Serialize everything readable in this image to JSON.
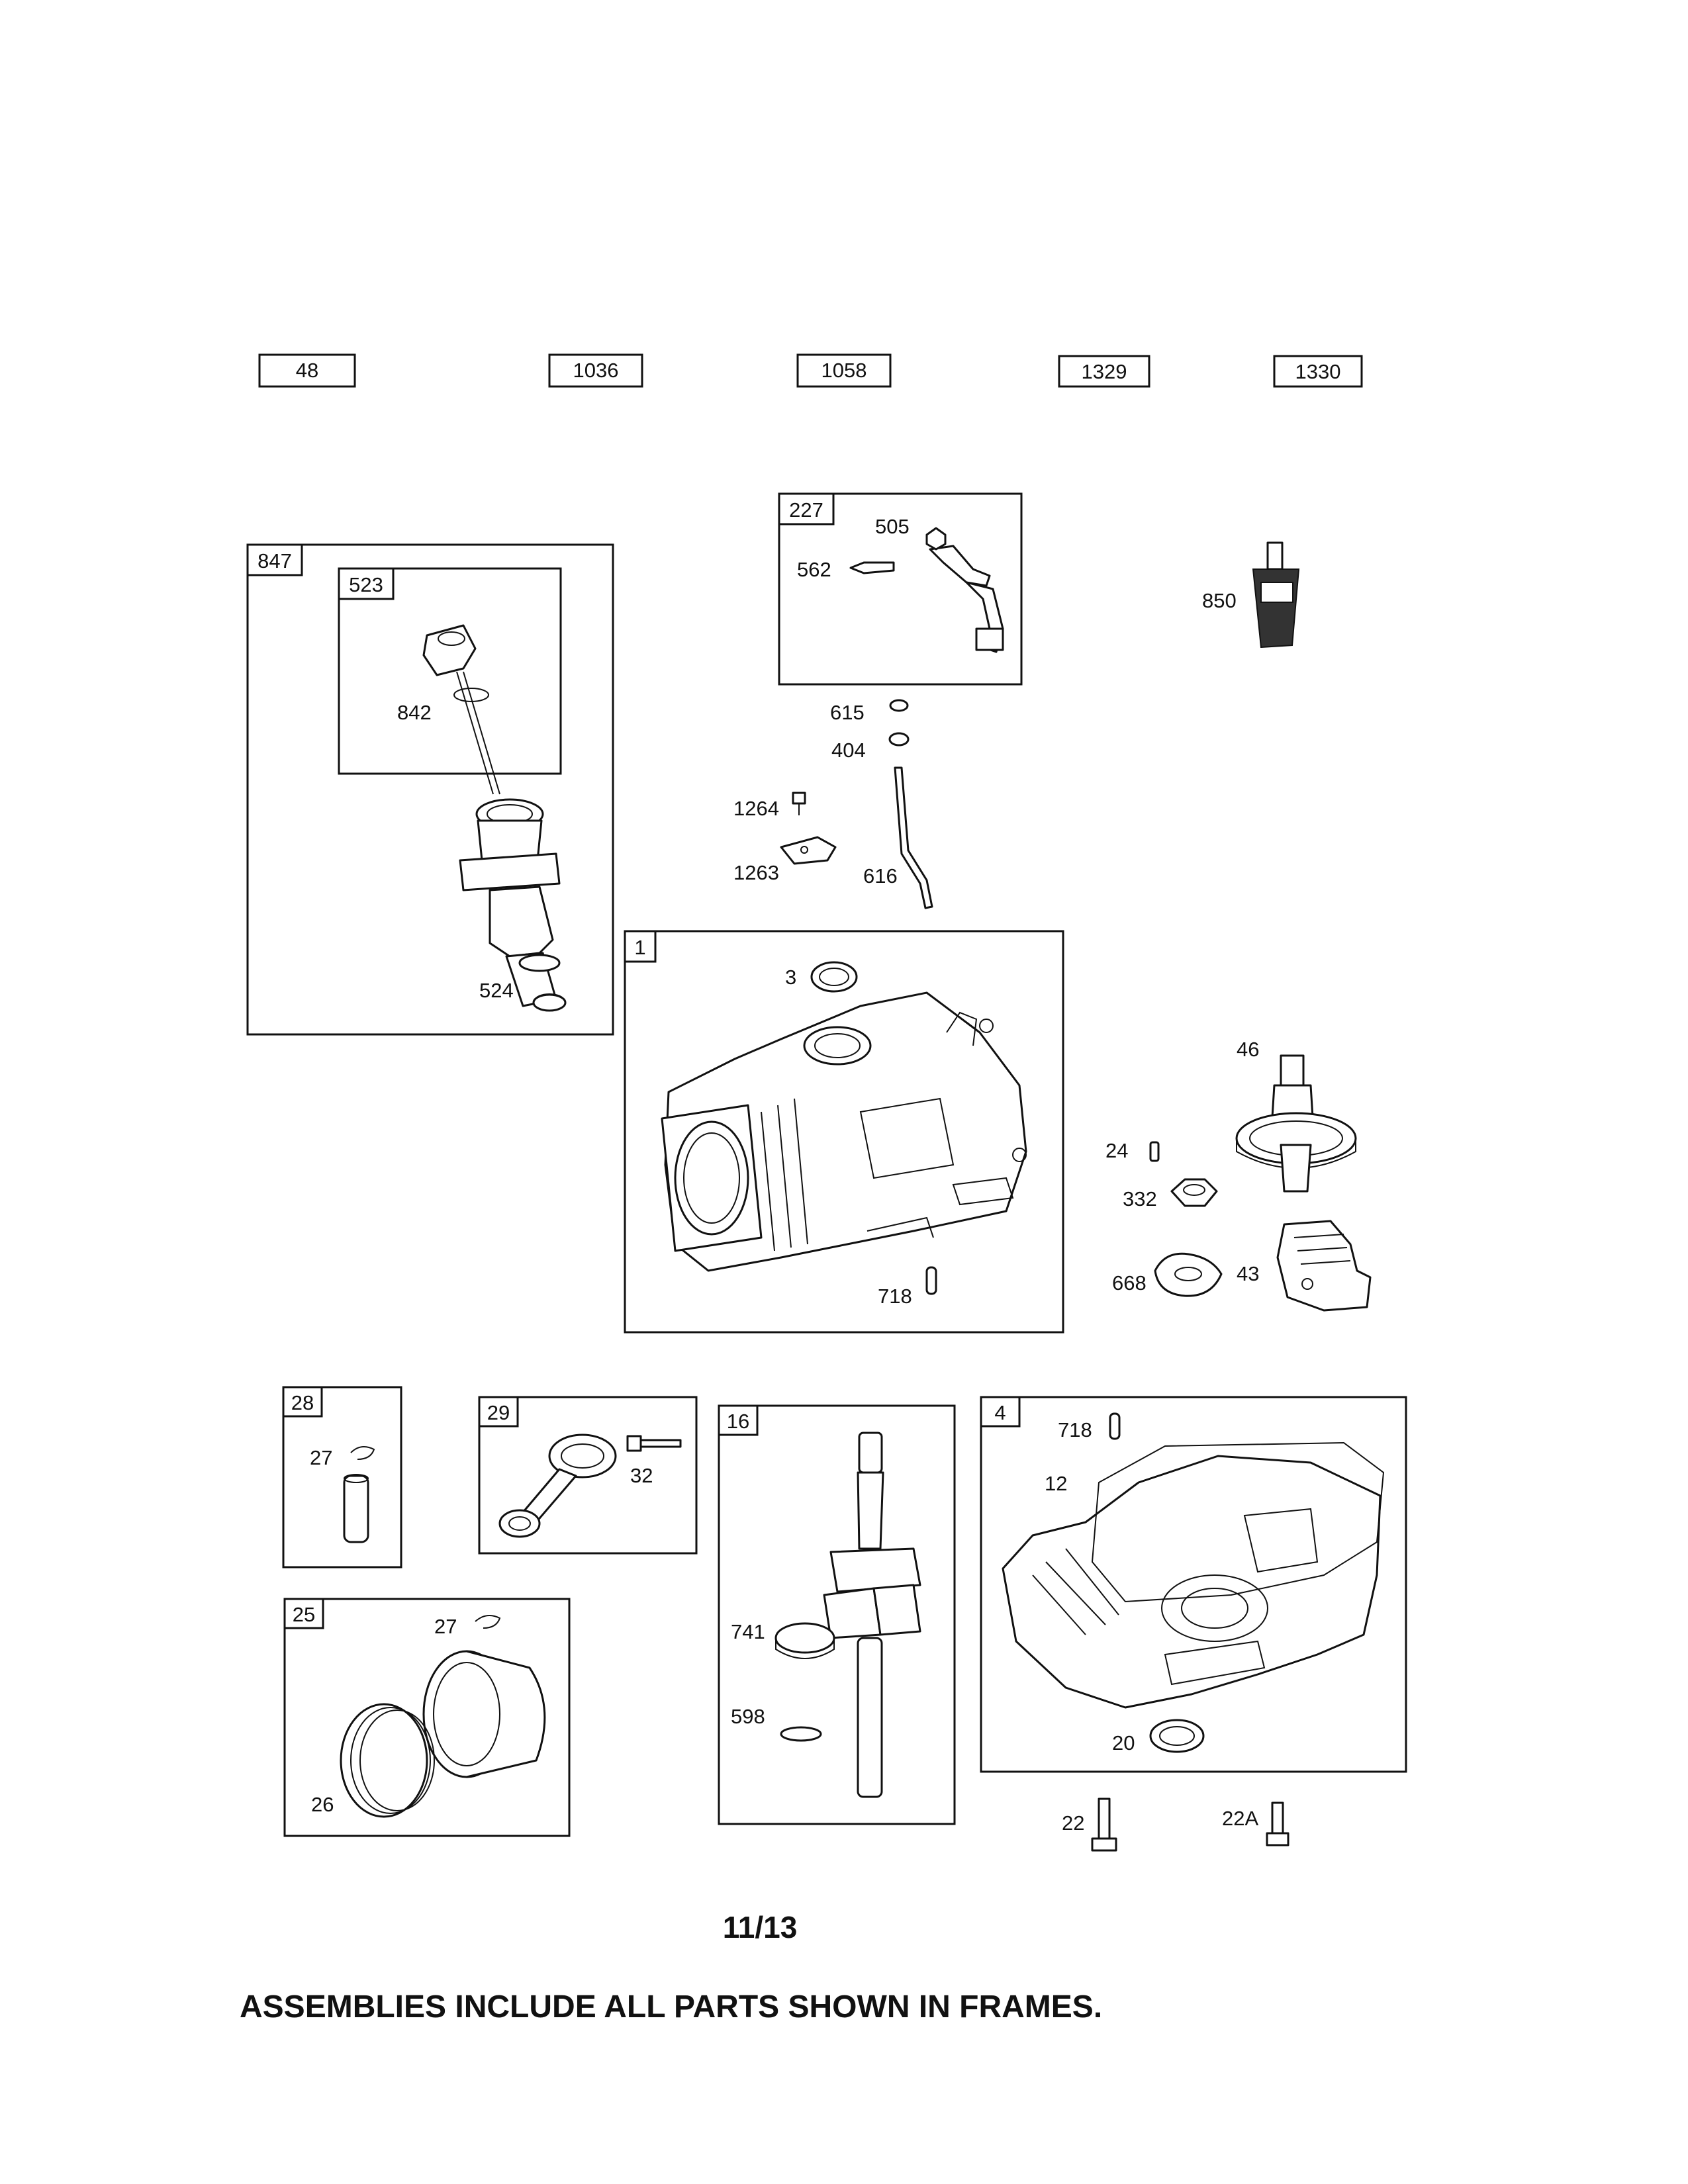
{
  "top_refs": [
    "48",
    "1036",
    "1058",
    "1329",
    "1330"
  ],
  "frames": {
    "f847": "847",
    "f523": "523",
    "f227": "227",
    "f1": "1",
    "f28": "28",
    "f29": "29",
    "f16": "16",
    "f4": "4",
    "f25": "25"
  },
  "parts": {
    "p842": "842",
    "p524": "524",
    "p505": "505",
    "p562": "562",
    "p850": "850",
    "p615": "615",
    "p404": "404",
    "p1264": "1264",
    "p1263": "1263",
    "p616": "616",
    "p3": "3",
    "p718a": "718",
    "p46": "46",
    "p24": "24",
    "p332": "332",
    "p668": "668",
    "p43": "43",
    "p27a": "27",
    "p32": "32",
    "p741": "741",
    "p598": "598",
    "p718b": "718",
    "p12": "12",
    "p20": "20",
    "p27b": "27",
    "p26": "26",
    "p22": "22",
    "p22A": "22A"
  },
  "page_number": "11/13",
  "footer_note": "ASSEMBLIES INCLUDE ALL PARTS SHOWN IN FRAMES."
}
